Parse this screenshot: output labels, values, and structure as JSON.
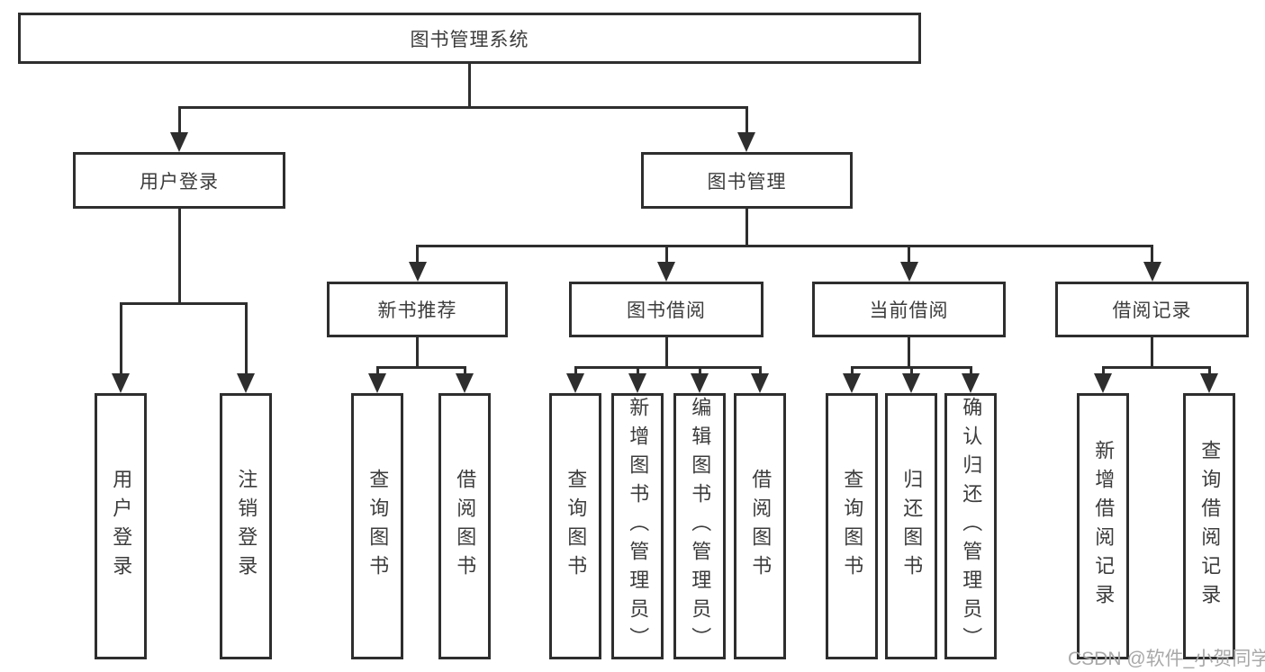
{
  "diagram": {
    "root": "图书管理系统",
    "level2": [
      {
        "label": "用户登录"
      },
      {
        "label": "图书管理"
      }
    ],
    "level3": [
      {
        "label": "新书推荐"
      },
      {
        "label": "图书借阅"
      },
      {
        "label": "当前借阅"
      },
      {
        "label": "借阅记录"
      }
    ],
    "leaves": {
      "login": [
        "用户登录",
        "注销登录"
      ],
      "new_books": [
        "查询图书",
        "借阅图书"
      ],
      "borrow": [
        "查询图书",
        "新增图书（管理员）",
        "编辑图书（管理员）",
        "借阅图书"
      ],
      "current": [
        "查询图书",
        "归还图书",
        "确认归还（管理员）"
      ],
      "records": [
        "新增借阅记录",
        "查询借阅记录"
      ]
    }
  },
  "watermark": {
    "text": "CSDN @软件_小贺同学"
  },
  "colors": {
    "line": "#2e2e2e",
    "text": "#3c3c3c",
    "watermark": "#a8a8a8",
    "background": "#ffffff"
  }
}
